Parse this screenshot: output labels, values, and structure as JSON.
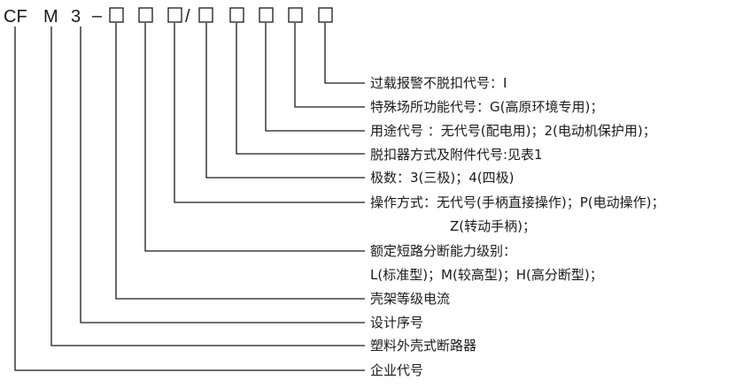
{
  "code": {
    "prefix": "CF",
    "m": "M",
    "three": "3",
    "dash": "–",
    "slash": "/"
  },
  "descriptions": [
    "过载报警不脱扣代号：Ⅰ",
    "特殊场所功能代号：G(高原环境专用)；",
    "用途代号 ：无代号(配电用)；2(电动机保护用)；",
    "脱扣器方式及附件代号:见表1",
    "极数：3(三极)；4(四极)",
    "操作方式：无代号(手柄直接操作)；P(电动操作)；",
    "Z(转动手柄)；",
    "额定短路分断能力级别：",
    "L(标准型)；M(较高型)；H(高分断型)；",
    "壳架等级电流",
    "设计序号",
    "塑料外壳式断路器",
    "企业代号"
  ]
}
